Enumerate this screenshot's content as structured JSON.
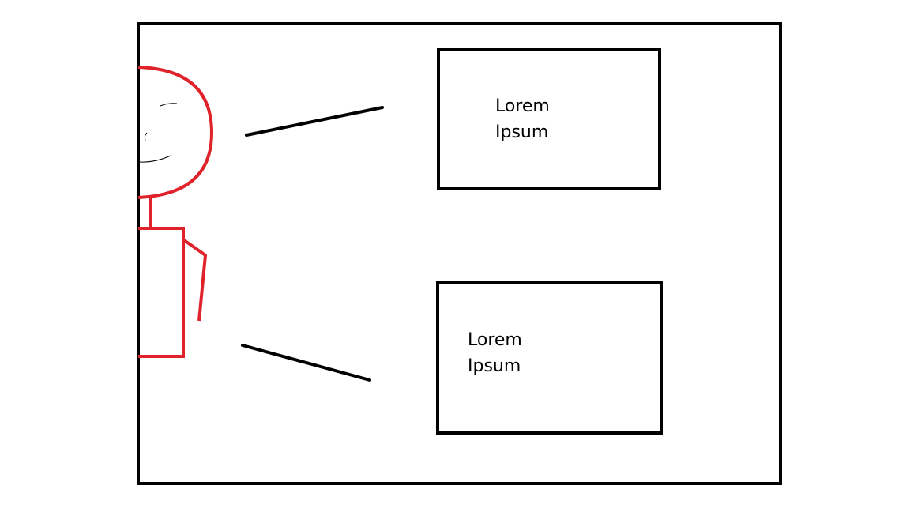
{
  "colors": {
    "background": "#ffffff",
    "outline": "#000000",
    "figure": "#e0232a"
  },
  "boxes": [
    {
      "line1": "Lorem",
      "line2": "Ipsum"
    },
    {
      "line1": "Lorem",
      "line2": "Ipsum"
    }
  ]
}
